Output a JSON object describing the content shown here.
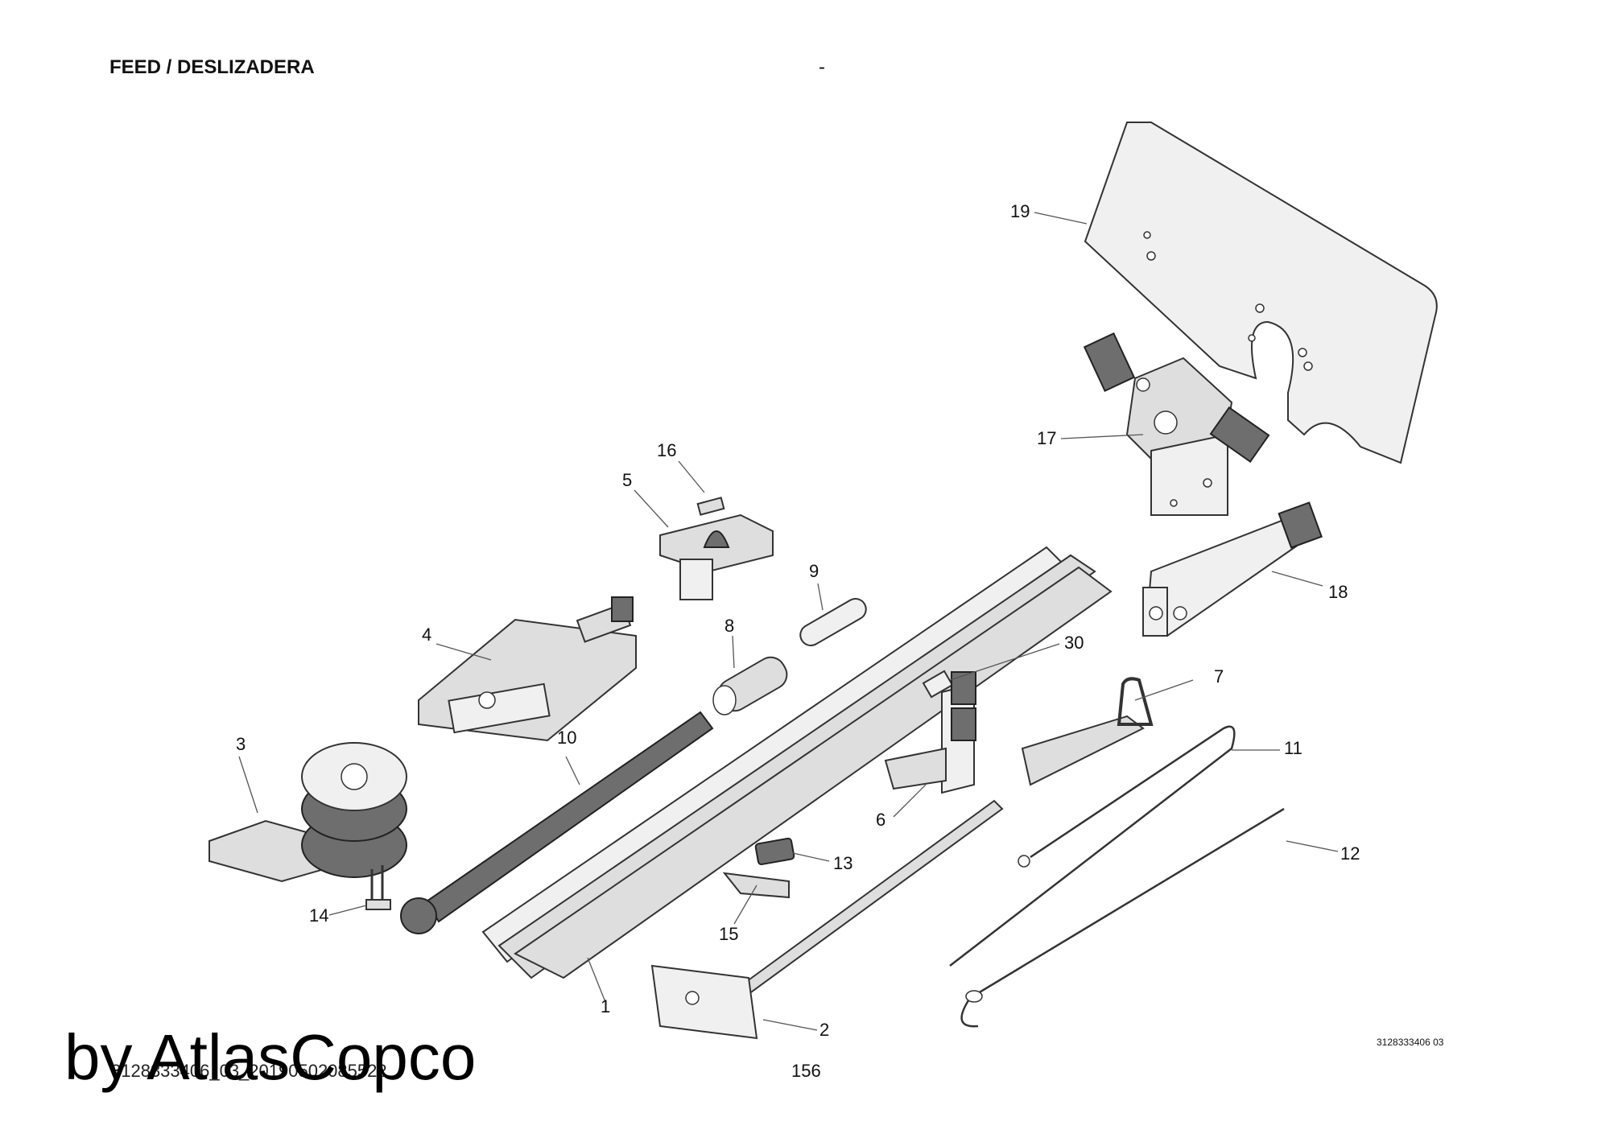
{
  "header": {
    "title": "FEED / DESLIZADERA",
    "separator": "-"
  },
  "callouts": [
    "1",
    "2",
    "3",
    "4",
    "5",
    "6",
    "7",
    "8",
    "9",
    "10",
    "11",
    "12",
    "13",
    "14",
    "15",
    "16",
    "17",
    "18",
    "19",
    "30"
  ],
  "footer": {
    "doc_ref": "3128333406 03",
    "page_number": "156",
    "file_ref": "3128333406_03_20190502085522"
  },
  "watermark": {
    "text": "by AtlasCopco"
  }
}
